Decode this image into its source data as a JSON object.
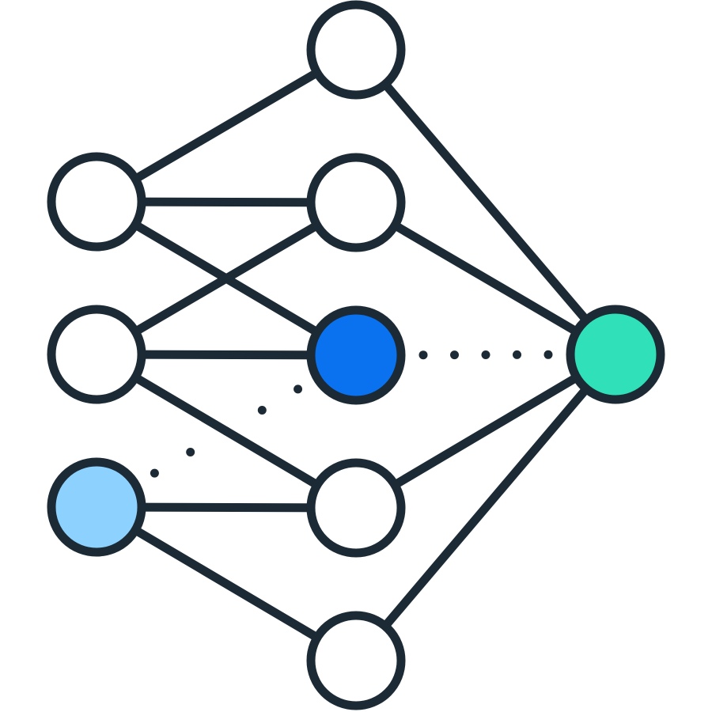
{
  "colors": {
    "stroke": "#1b2a35",
    "node_default": "#ffffff",
    "node_highlight_dark": "#0a72ef",
    "node_highlight_light": "#8dd1ff",
    "node_output": "#2fe0b8",
    "background": "#ffffff"
  },
  "network": {
    "layers": [
      {
        "name": "input",
        "nodes": [
          {
            "id": "in-1",
            "fill": "node_default"
          },
          {
            "id": "in-2",
            "fill": "node_default"
          },
          {
            "id": "in-3",
            "fill": "node_highlight_light"
          }
        ]
      },
      {
        "name": "hidden",
        "nodes": [
          {
            "id": "h-1",
            "fill": "node_default"
          },
          {
            "id": "h-2",
            "fill": "node_default"
          },
          {
            "id": "h-3",
            "fill": "node_highlight_dark"
          },
          {
            "id": "h-4",
            "fill": "node_default"
          },
          {
            "id": "h-5",
            "fill": "node_default"
          }
        ]
      },
      {
        "name": "output",
        "nodes": [
          {
            "id": "out-1",
            "fill": "node_output"
          }
        ]
      }
    ],
    "edges": [
      {
        "from": "in-1",
        "to": "h-1",
        "style": "solid"
      },
      {
        "from": "in-1",
        "to": "h-2",
        "style": "solid"
      },
      {
        "from": "in-1",
        "to": "h-3",
        "style": "solid"
      },
      {
        "from": "in-2",
        "to": "h-2",
        "style": "solid"
      },
      {
        "from": "in-2",
        "to": "h-3",
        "style": "solid"
      },
      {
        "from": "in-2",
        "to": "h-4",
        "style": "solid"
      },
      {
        "from": "in-3",
        "to": "h-3",
        "style": "dotted"
      },
      {
        "from": "in-3",
        "to": "h-4",
        "style": "solid"
      },
      {
        "from": "in-3",
        "to": "h-5",
        "style": "solid"
      },
      {
        "from": "h-1",
        "to": "out-1",
        "style": "solid"
      },
      {
        "from": "h-2",
        "to": "out-1",
        "style": "solid"
      },
      {
        "from": "h-3",
        "to": "out-1",
        "style": "dotted"
      },
      {
        "from": "h-4",
        "to": "out-1",
        "style": "solid"
      },
      {
        "from": "h-5",
        "to": "out-1",
        "style": "solid"
      }
    ]
  }
}
